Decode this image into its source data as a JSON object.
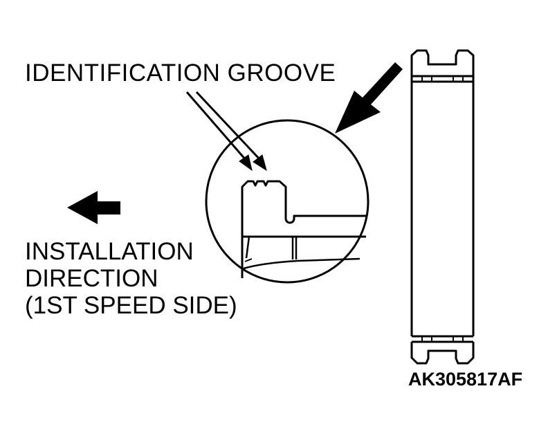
{
  "labels": {
    "identification_groove": "IDENTIFICATION GROOVE",
    "installation_direction": [
      "INSTALLATION",
      "DIRECTION",
      "(1ST SPEED SIDE)"
    ],
    "figure_code": "AK305817AF"
  },
  "colors": {
    "ink": "#000000",
    "paper": "#ffffff"
  }
}
